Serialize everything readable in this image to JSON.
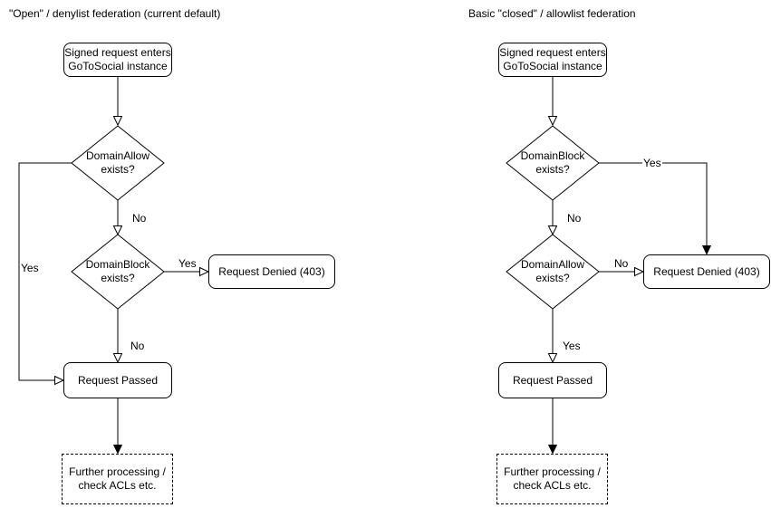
{
  "colors": {
    "background": "#ffffff",
    "stroke": "#000000",
    "text": "#000000"
  },
  "left_chart": {
    "title": "\"Open\" / denylist federation (current default)",
    "start_node": "Signed request enters\nGoToSocial instance",
    "decision1": "DomainAllow\nexists?",
    "decision2": "DomainBlock\nexists?",
    "denied_node": "Request Denied (403)",
    "passed_node": "Request Passed",
    "further_node": "Further processing /\ncheck ACLs etc.",
    "labels": {
      "decision1_yes": "Yes",
      "decision1_no": "No",
      "decision2_yes": "Yes",
      "decision2_no": "No"
    }
  },
  "right_chart": {
    "title": "Basic \"closed\" / allowlist federation",
    "start_node": "Signed request enters\nGoToSocial instance",
    "decision1": "DomainBlock\nexists?",
    "decision2": "DomainAllow\nexists?",
    "denied_node": "Request Denied (403)",
    "passed_node": "Request Passed",
    "further_node": "Further processing /\ncheck ACLs etc.",
    "labels": {
      "decision1_yes": "Yes",
      "decision1_no": "No",
      "decision2_no": "No",
      "decision2_yes": "Yes"
    }
  }
}
